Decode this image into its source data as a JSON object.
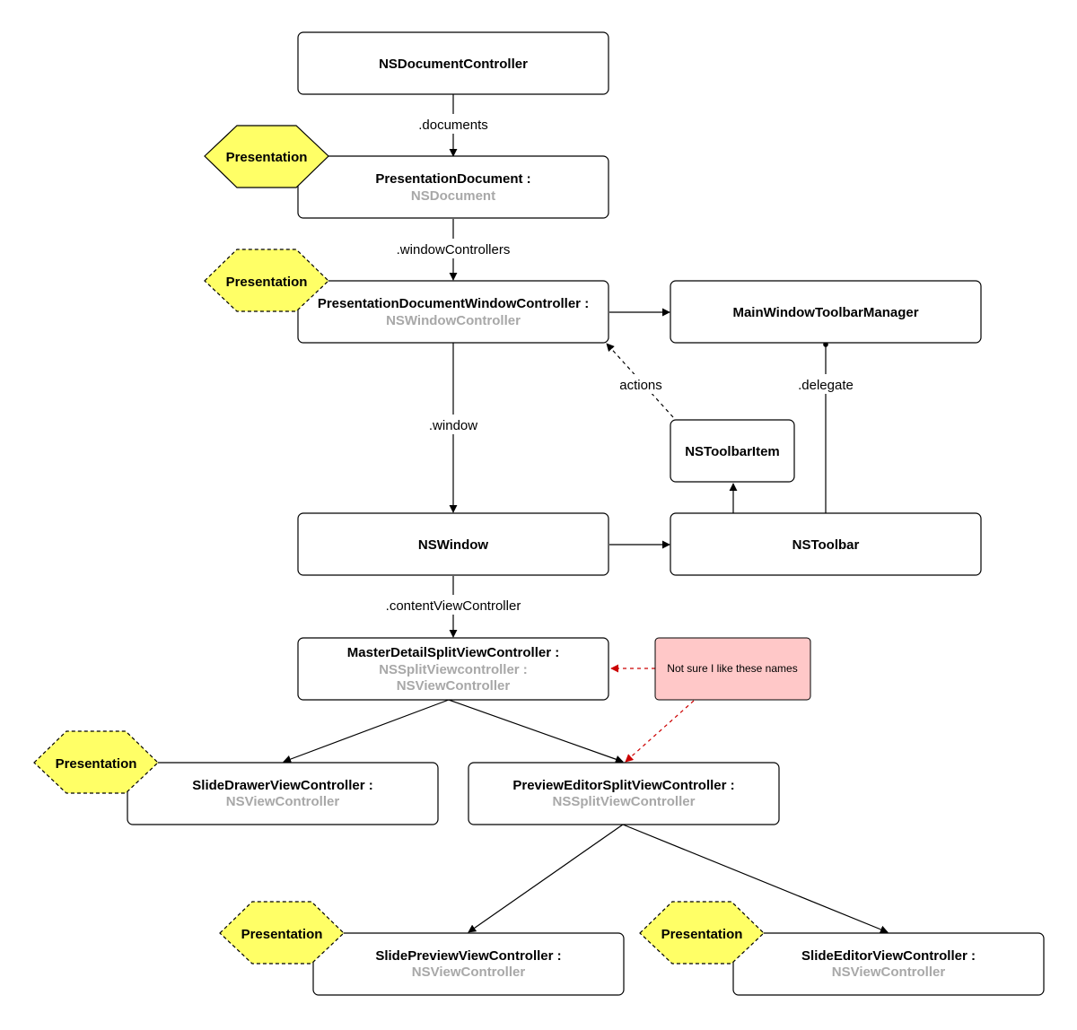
{
  "nodes": {
    "document_controller": {
      "title": "NSDocumentController"
    },
    "presentation_document": {
      "title": "PresentationDocument :",
      "subtitle": "NSDocument"
    },
    "window_controller": {
      "title": "PresentationDocumentWindowController :",
      "subtitle": "NSWindowController"
    },
    "toolbar_manager": {
      "title": "MainWindowToolbarManager"
    },
    "toolbar_item": {
      "title": "NSToolbarItem"
    },
    "window": {
      "title": "NSWindow"
    },
    "toolbar": {
      "title": "NSToolbar"
    },
    "master_detail": {
      "title": "MasterDetailSplitViewController :",
      "subtitle": "NSSplitViewcontroller :",
      "subtitle2": "NSViewController"
    },
    "slide_drawer": {
      "title": "SlideDrawerViewController :",
      "subtitle": "NSViewController"
    },
    "preview_editor": {
      "title": "PreviewEditorSplitViewController :",
      "subtitle": "NSSplitViewController"
    },
    "slide_preview": {
      "title": "SlidePreviewViewController :",
      "subtitle": "NSViewController"
    },
    "slide_editor": {
      "title": "SlideEditorViewController :",
      "subtitle": "NSViewController"
    }
  },
  "edges": {
    "documents": ".documents",
    "window_controllers": ".windowControllers",
    "window": ".window",
    "actions": "actions",
    "delegate": ".delegate",
    "content_view_controller": ".contentViewController"
  },
  "badges": {
    "doc": "Presentation",
    "window_controller": "Presentation",
    "slide_drawer": "Presentation",
    "slide_preview": "Presentation",
    "slide_editor": "Presentation"
  },
  "note": {
    "text": "Not sure I like these names"
  },
  "colors": {
    "badge_fill": "#ffff66",
    "note_fill": "#ffc8c8",
    "note_arrow": "#cc0000",
    "subtitle_text": "#a8a8a8"
  }
}
